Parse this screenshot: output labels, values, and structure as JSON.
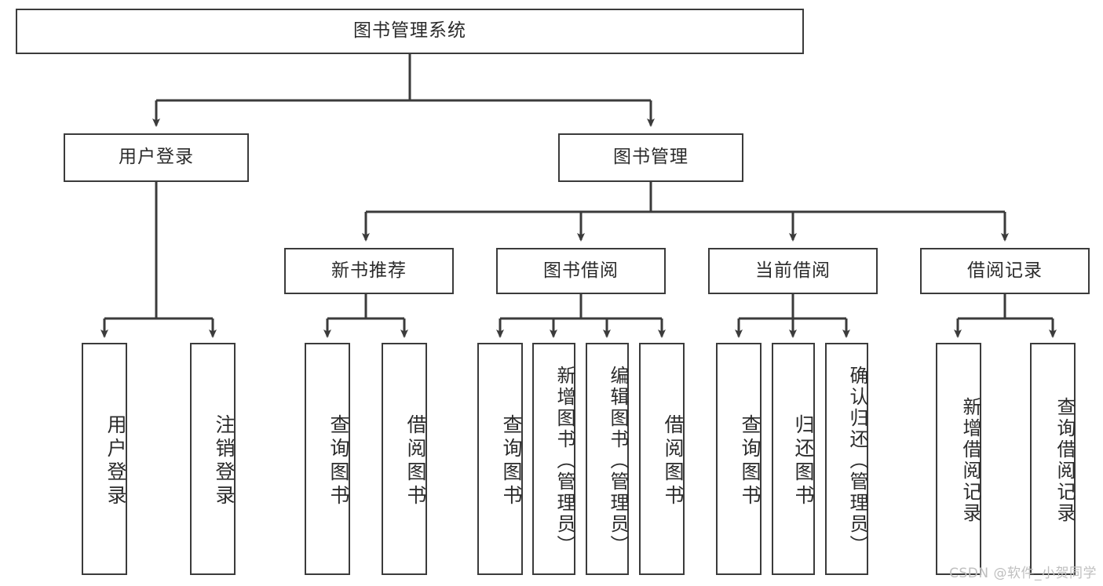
{
  "diagram": {
    "title": "图书管理系统",
    "type": "tree",
    "watermark": "CSDN @软件_小贺同学",
    "colors": {
      "box_border": "#3b3b3b",
      "box_fill": "#ffffff",
      "connector": "#3b3b3b",
      "text": "#2b2b2b",
      "watermark": "#bfbfbf",
      "background": "#ffffff"
    },
    "root": {
      "label": "图书管理系统"
    },
    "level2": [
      {
        "label": "用户登录"
      },
      {
        "label": "图书管理"
      }
    ],
    "level3": [
      {
        "label": "新书推荐"
      },
      {
        "label": "图书借阅"
      },
      {
        "label": "当前借阅"
      },
      {
        "label": "借阅记录"
      }
    ],
    "leaves": {
      "user_login": [
        {
          "label": "用户登录"
        },
        {
          "label": "注销登录"
        }
      ],
      "new_book_recommend": [
        {
          "label": "查询图书"
        },
        {
          "label": "借阅图书"
        }
      ],
      "book_borrow": [
        {
          "label": "查询图书"
        },
        {
          "label": "新增图书（管理员）"
        },
        {
          "label": "编辑图书（管理员）"
        },
        {
          "label": "借阅图书"
        }
      ],
      "current_borrow": [
        {
          "label": "查询图书"
        },
        {
          "label": "归还图书"
        },
        {
          "label": "确认归还（管理员）"
        }
      ],
      "borrow_record": [
        {
          "label": "新增借阅记录"
        },
        {
          "label": "查询借阅记录"
        }
      ]
    }
  }
}
